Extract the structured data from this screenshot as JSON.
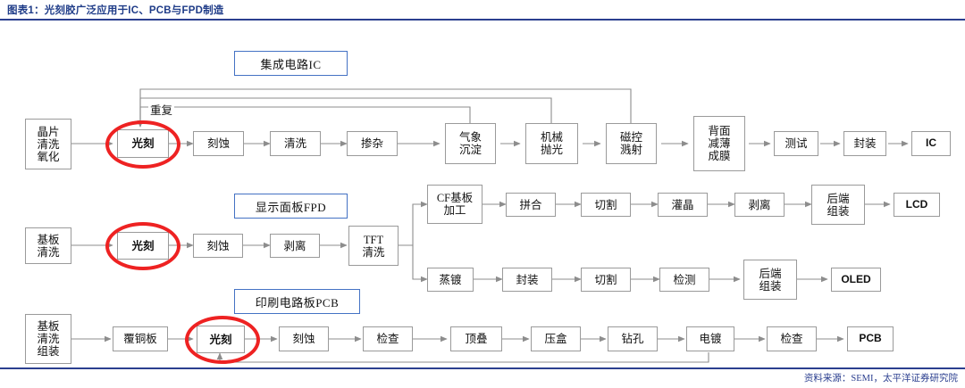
{
  "header": {
    "figure_title": "图表1：光刻胶广泛应用于IC、PCB与FPD制造",
    "source": "资料来源：SEMI，太平洋证券研究院"
  },
  "colors": {
    "title_blue": "#1f3c88",
    "rule_blue": "#2b3f8f",
    "label_border_blue": "#4472c4",
    "highlight_red": "#ee2222",
    "box_border": "#9a9a9a",
    "connector_gray": "#8d8d8d"
  },
  "sections": [
    {
      "id": "ic",
      "label": "集成电路IC"
    },
    {
      "id": "fpd",
      "label": "显示面板FPD"
    },
    {
      "id": "pcb",
      "label": "印刷电路板PCB"
    }
  ],
  "annotations": {
    "repeat": "重复"
  },
  "flows": {
    "ic": {
      "nodes": [
        {
          "id": "ic-start",
          "text": "晶片\n清洗\n氧化"
        },
        {
          "id": "ic-litho",
          "text": "光刻",
          "highlighted": true
        },
        {
          "id": "ic-etch",
          "text": "刻蚀"
        },
        {
          "id": "ic-clean",
          "text": "清洗"
        },
        {
          "id": "ic-dope",
          "text": "掺杂"
        },
        {
          "id": "ic-vapor",
          "text": "气象\n沉淀"
        },
        {
          "id": "ic-polish",
          "text": "机械\n抛光"
        },
        {
          "id": "ic-sputter",
          "text": "磁控\n溅射"
        },
        {
          "id": "ic-thinfilm",
          "text": "背面\n减薄\n成膜"
        },
        {
          "id": "ic-test",
          "text": "测试"
        },
        {
          "id": "ic-package",
          "text": "封装"
        },
        {
          "id": "ic-out",
          "text": "IC",
          "latin": true
        }
      ],
      "feedback_from": [
        "气象沉淀",
        "机械抛光",
        "磁控溅射"
      ],
      "feedback_to": "光刻"
    },
    "fpd": {
      "trunk": [
        {
          "id": "fpd-start",
          "text": "基板\n清洗"
        },
        {
          "id": "fpd-litho",
          "text": "光刻",
          "highlighted": true
        },
        {
          "id": "fpd-etch",
          "text": "刻蚀"
        },
        {
          "id": "fpd-strip",
          "text": "剥离"
        },
        {
          "id": "fpd-tft",
          "text": "TFT\n清洗"
        }
      ],
      "branch_lcd": [
        {
          "id": "fpd-cf",
          "text": "CF基板\n加工"
        },
        {
          "id": "fpd-assemble",
          "text": "拼合"
        },
        {
          "id": "fpd-cut1",
          "text": "切割"
        },
        {
          "id": "fpd-fill",
          "text": "灌晶"
        },
        {
          "id": "fpd-strip2",
          "text": "剥离"
        },
        {
          "id": "fpd-backend1",
          "text": "后端\n组装"
        },
        {
          "id": "fpd-lcd",
          "text": "LCD",
          "latin": true
        }
      ],
      "branch_oled": [
        {
          "id": "fpd-evap",
          "text": "蒸镀"
        },
        {
          "id": "fpd-pack",
          "text": "封装"
        },
        {
          "id": "fpd-cut2",
          "text": "切割"
        },
        {
          "id": "fpd-inspect",
          "text": "检测"
        },
        {
          "id": "fpd-backend2",
          "text": "后端\n组装"
        },
        {
          "id": "fpd-oled",
          "text": "OLED",
          "latin": true
        }
      ]
    },
    "pcb": {
      "nodes": [
        {
          "id": "pcb-start",
          "text": "基板\n清洗\n组装"
        },
        {
          "id": "pcb-ccl",
          "text": "覆铜板"
        },
        {
          "id": "pcb-litho",
          "text": "光刻",
          "highlighted": true
        },
        {
          "id": "pcb-etch",
          "text": "刻蚀"
        },
        {
          "id": "pcb-check1",
          "text": "检查"
        },
        {
          "id": "pcb-stack",
          "text": "顶叠"
        },
        {
          "id": "pcb-press",
          "text": "压盒"
        },
        {
          "id": "pcb-drill",
          "text": "钻孔"
        },
        {
          "id": "pcb-plate",
          "text": "电镀"
        },
        {
          "id": "pcb-check2",
          "text": "检查"
        },
        {
          "id": "pcb-out",
          "text": "PCB",
          "latin": true
        }
      ],
      "feedback_from": "电镀",
      "feedback_to": "光刻"
    }
  }
}
